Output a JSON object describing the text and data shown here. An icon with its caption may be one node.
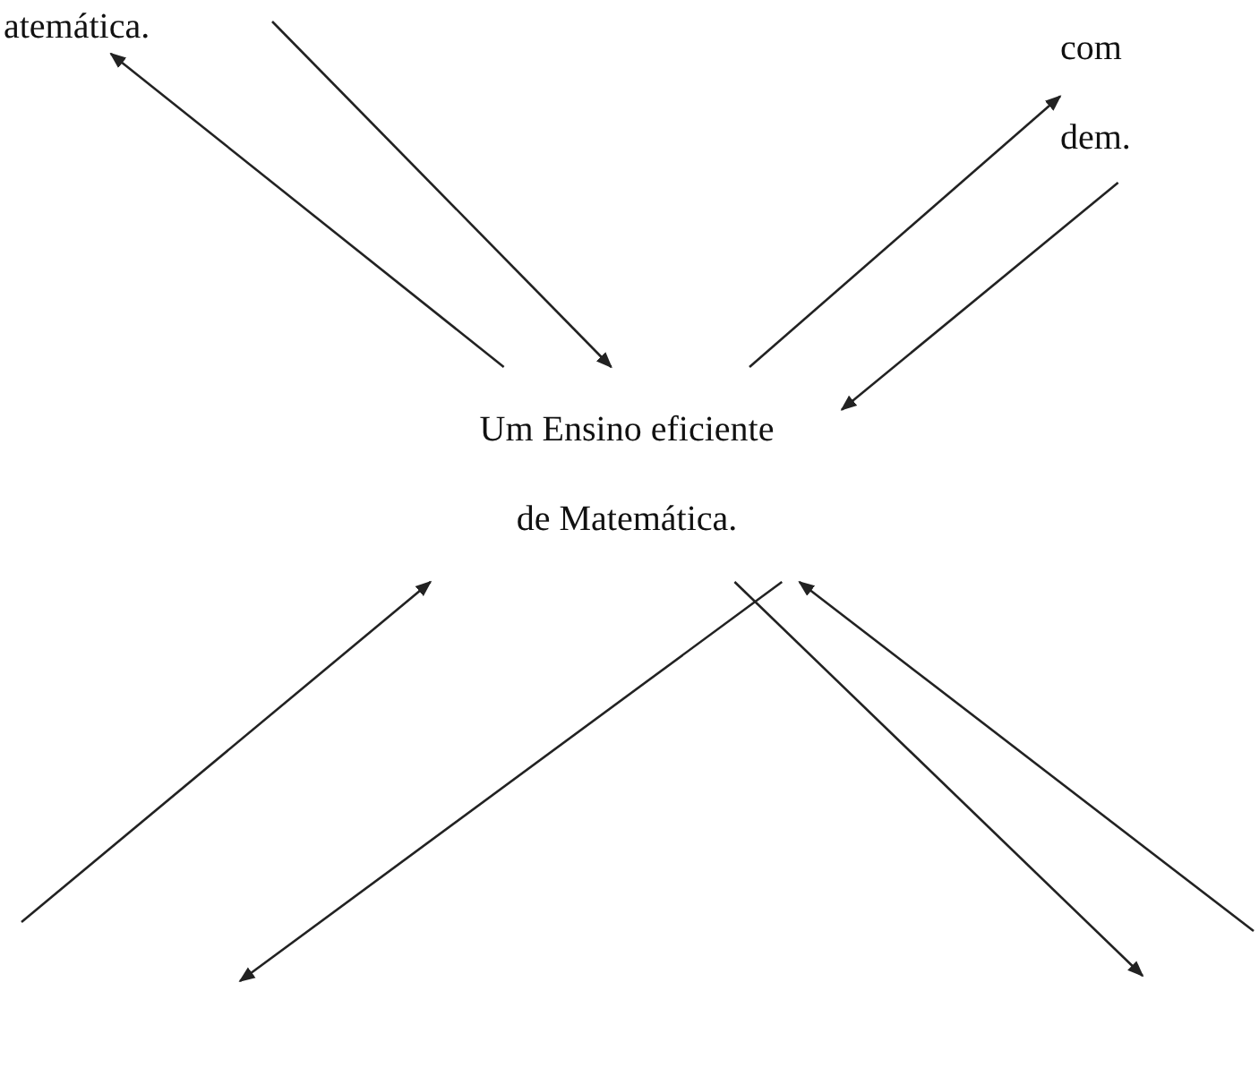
{
  "diagram": {
    "nodes": [
      {
        "text": [
          "atemática."
        ]
      },
      {
        "text": [
          "com dem."
        ]
      },
      {
        "text": [
          "Um Ensino eficiente de Matemática."
        ]
      }
    ],
    "edges": [
      {
        "from": 2,
        "to": 0,
        "arrow": "to"
      },
      {
        "from": 0,
        "to": 2,
        "arrow": "to"
      },
      {
        "from": 2,
        "to": 1,
        "arrow": "to"
      },
      {
        "from": 1,
        "to": 2,
        "arrow": "to"
      },
      {
        "from": null,
        "to": 2,
        "arrow": "to"
      },
      {
        "from": 2,
        "to": null,
        "arrow": "to"
      },
      {
        "from": 2,
        "to": null,
        "arrow": "to"
      },
      {
        "from": null,
        "to": 2,
        "arrow": "to"
      }
    ]
  }
}
